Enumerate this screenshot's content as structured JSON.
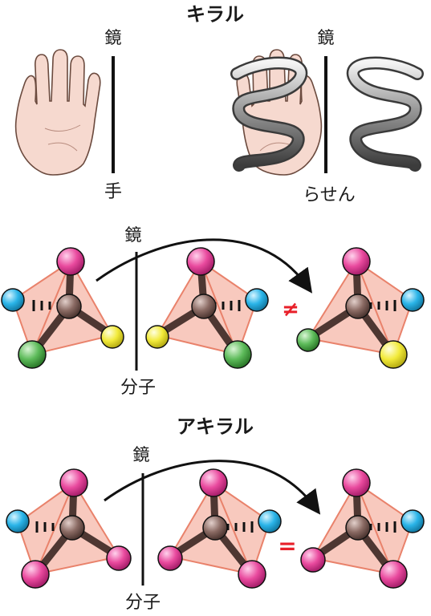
{
  "sections": {
    "chiral": {
      "title": "キラル",
      "mirror_label_hands": "鏡",
      "mirror_label_spring": "鏡",
      "hands_label": "手",
      "spring_label": "らせん",
      "mirror_label_molecule": "鏡",
      "molecule_label": "分子",
      "relation_symbol": "≠",
      "relation_color": "#e8202a"
    },
    "achiral": {
      "title": "アキラル",
      "mirror_label_molecule": "鏡",
      "molecule_label": "分子",
      "relation_symbol": "=",
      "relation_color": "#e8202a"
    }
  },
  "colors": {
    "pink": "#e94a9e",
    "cyan": "#2ab4e8",
    "yellow": "#f2ea3a",
    "green": "#4caf50",
    "center": "#8a6a63",
    "tetra_fill": "#f5b7a8",
    "tetra_edge": "#e9826b",
    "skin": "#f6d9cf"
  }
}
